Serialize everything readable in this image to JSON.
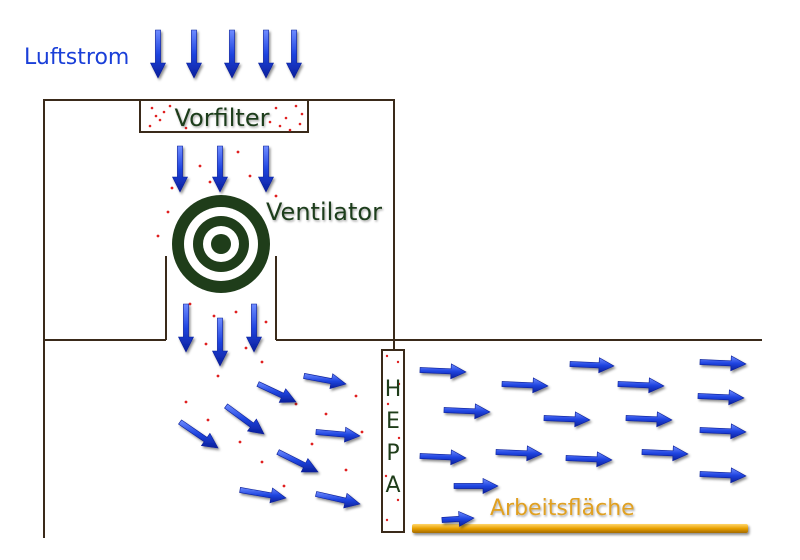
{
  "labels": {
    "airflow": "Luftstrom",
    "prefilter": "Vorfilter",
    "fan": "Ventilator",
    "hepa": [
      "H",
      "E",
      "P",
      "A"
    ],
    "work_surface": "Arbeitsfläche"
  },
  "colors": {
    "airflow_text": "#1a3fd8",
    "arrow": "#1f45e0",
    "arrow_dark": "#0a1f9a",
    "structure": "#3a2a1a",
    "fan": "#1f3d1a",
    "label_dark": "#1f3d1a",
    "particle": "#e02020",
    "work_surface": "#e8a000",
    "work_surface_text": "#e0a020"
  }
}
